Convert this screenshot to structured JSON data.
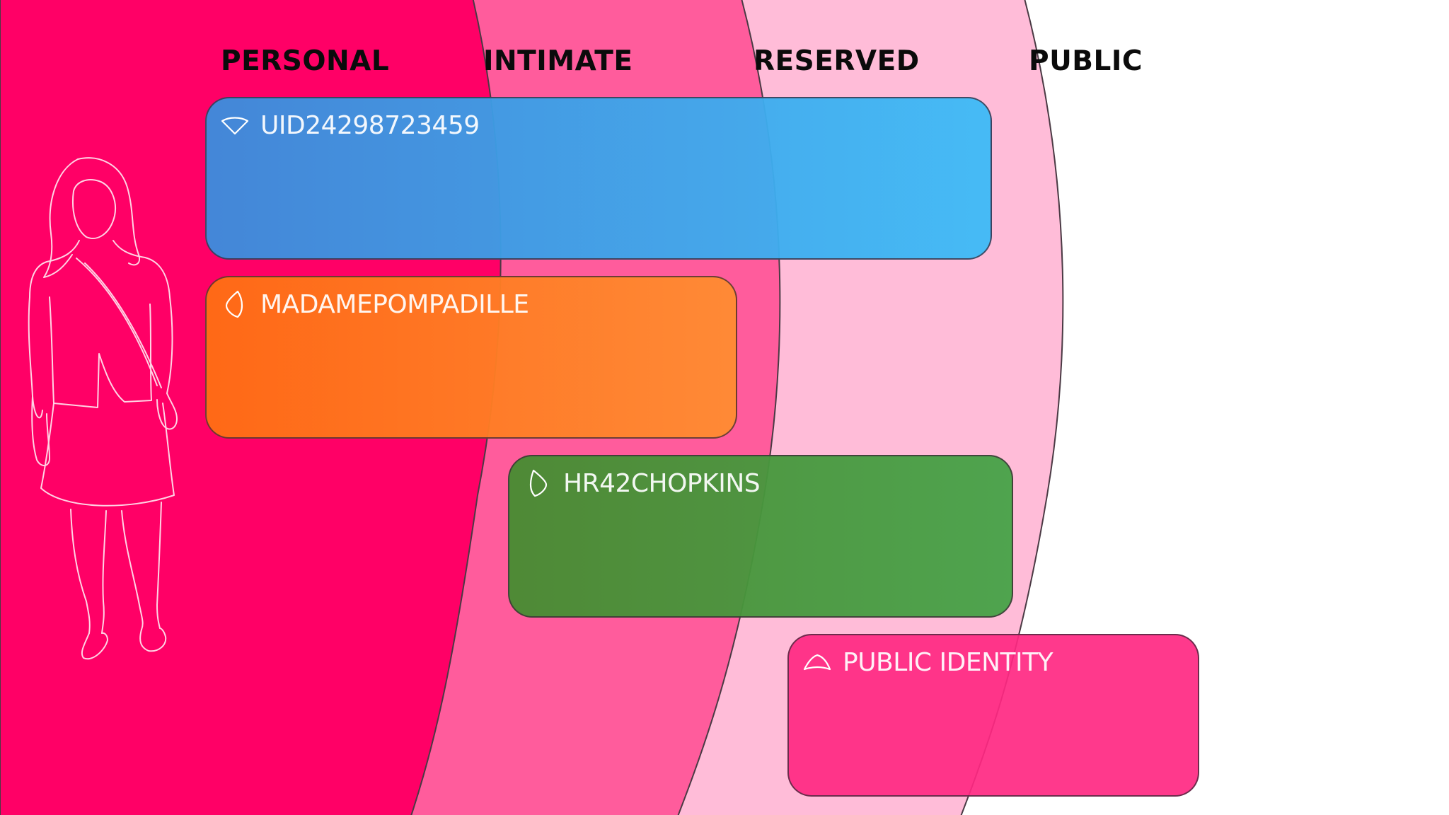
{
  "zones": [
    {
      "key": "personal",
      "label": "PERSONAL",
      "color": "#ff0066"
    },
    {
      "key": "intimate",
      "label": "INTIMATE",
      "color": "#ff5c9c"
    },
    {
      "key": "reserved",
      "label": "RESERVED",
      "color": "#ffbcd8"
    },
    {
      "key": "public",
      "label": "PUBLIC",
      "color": "#ffffff"
    }
  ],
  "identities": [
    {
      "key": "uid",
      "label": "UID24298723459",
      "icon": "wide-fan-icon",
      "color": "#2ea8f4",
      "spans": [
        "personal",
        "intimate",
        "reserved"
      ]
    },
    {
      "key": "madame",
      "label": "MADAMEPOMPADILLE",
      "icon": "left-drop-icon",
      "color": "#ff7a14",
      "spans": [
        "personal",
        "intimate"
      ]
    },
    {
      "key": "hr42",
      "label": "HR42CHOPKINS",
      "icon": "right-drop-icon",
      "color": "#3d9c3a",
      "spans": [
        "intimate",
        "reserved"
      ]
    },
    {
      "key": "public",
      "label": "PUBLIC IDENTITY",
      "icon": "half-lens-icon",
      "color": "#ff2a80",
      "spans": [
        "reserved",
        "public"
      ]
    }
  ],
  "figure": {
    "icon": "woman-outline-icon",
    "stroke_color": "#ffffff"
  }
}
